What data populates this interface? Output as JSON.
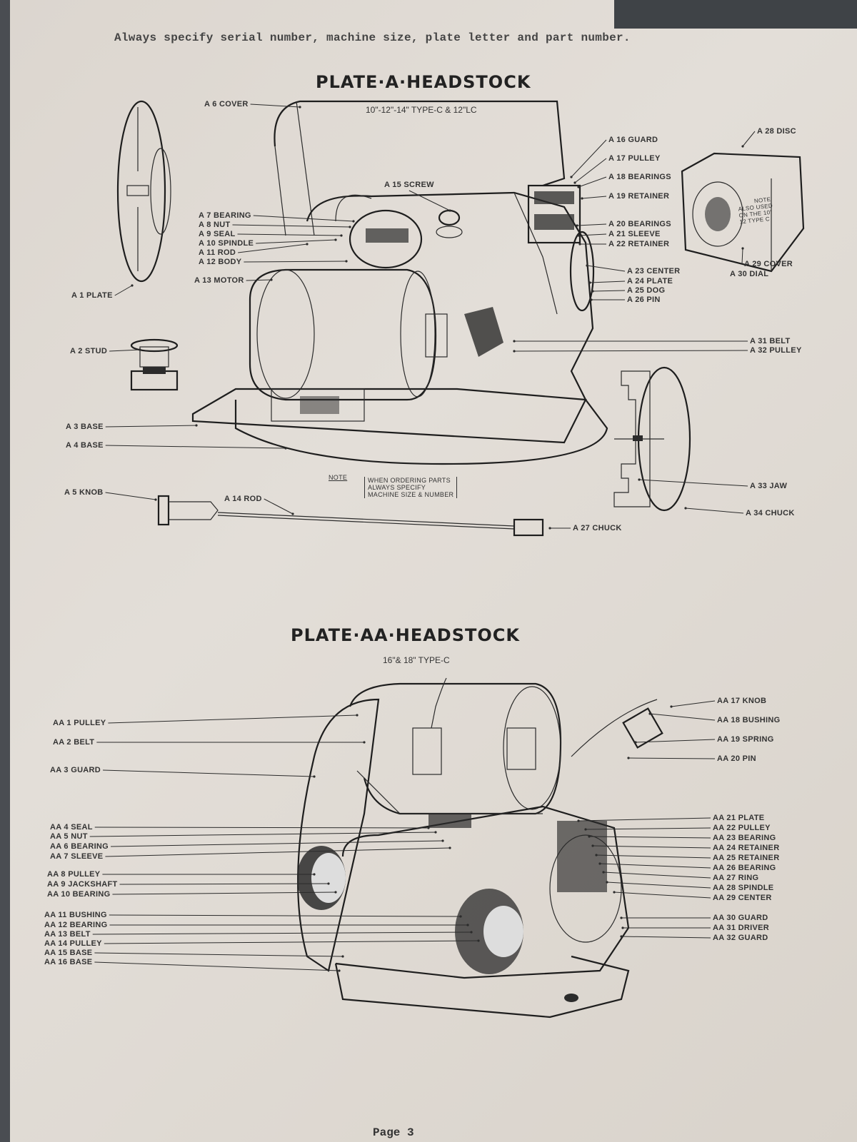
{
  "header_note": "Always specify serial number, machine size, plate letter and part number.",
  "plate_a": {
    "title": "PLATE·A·HEADSTOCK",
    "subtitle": "10\"-12\"-14\" TYPE-C & 12\"LC",
    "labels": {
      "a1": "A 1 PLATE",
      "a2": "A 2 STUD",
      "a3": "A 3 BASE",
      "a4": "A 4 BASE",
      "a5": "A 5 KNOB",
      "a6": "A 6 COVER",
      "a7": "A 7 BEARING",
      "a8": "A 8 NUT",
      "a9": "A 9 SEAL",
      "a10": "A 10 SPINDLE",
      "a11": "A 11 ROD",
      "a12": "A 12 BODY",
      "a13": "A 13 MOTOR",
      "a14": "A 14 ROD",
      "a15": "A 15 SCREW",
      "a16": "A 16 GUARD",
      "a17": "A 17 PULLEY",
      "a18": "A 18 BEARINGS",
      "a19": "A 19 RETAINER",
      "a20": "A 20 BEARINGS",
      "a21": "A 21 SLEEVE",
      "a22": "A 22 RETAINER",
      "a23": "A 23 CENTER",
      "a24": "A 24 PLATE",
      "a25": "A 25 DOG",
      "a26": "A 26 PIN",
      "a27": "A 27 CHUCK",
      "a28": "A 28 DISC",
      "a29": "A 29 COVER",
      "a30": "A 30 DIAL",
      "a31": "A 31 BELT",
      "a32": "A 32 PULLEY",
      "a33": "A 33 JAW",
      "a34": "A 34 CHUCK"
    },
    "note_box": {
      "prefix": "NOTE",
      "lines": [
        "WHEN ORDERING PARTS",
        "ALWAYS SPECIFY",
        "MACHINE SIZE & NUMBER"
      ]
    },
    "disc_note": [
      "NOTE",
      "ALSO USED",
      "ON THE 10\"",
      "12 TYPE C"
    ]
  },
  "plate_aa": {
    "title": "PLATE·AA·HEADSTOCK",
    "subtitle": "16\"& 18\" TYPE-C",
    "labels": {
      "aa1": "AA 1 PULLEY",
      "aa2": "AA 2 BELT",
      "aa3": "AA 3 GUARD",
      "aa4": "AA 4 SEAL",
      "aa5": "AA 5 NUT",
      "aa6": "AA 6 BEARING",
      "aa7": "AA 7 SLEEVE",
      "aa8": "AA 8 PULLEY",
      "aa9": "AA 9 JACKSHAFT",
      "aa10": "AA 10 BEARING",
      "aa11": "AA 11 BUSHING",
      "aa12": "AA 12 BEARING",
      "aa13": "AA 13 BELT",
      "aa14": "AA 14 PULLEY",
      "aa15": "AA 15 BASE",
      "aa16": "AA 16 BASE",
      "aa17": "AA 17 KNOB",
      "aa18": "AA 18 BUSHING",
      "aa19": "AA 19 SPRING",
      "aa20": "AA 20 PIN",
      "aa21": "AA 21 PLATE",
      "aa22": "AA 22 PULLEY",
      "aa23": "AA 23 BEARING",
      "aa24": "AA 24 RETAINER",
      "aa25": "AA 25 RETAINER",
      "aa26": "AA 26 BEARING",
      "aa27": "AA 27 RING",
      "aa28": "AA 28 SPINDLE",
      "aa29": "AA 29 CENTER",
      "aa30": "AA 30 GUARD",
      "aa31": "AA 31 DRIVER",
      "aa32": "AA 32 GUARD"
    }
  },
  "page_label": "Page 3"
}
